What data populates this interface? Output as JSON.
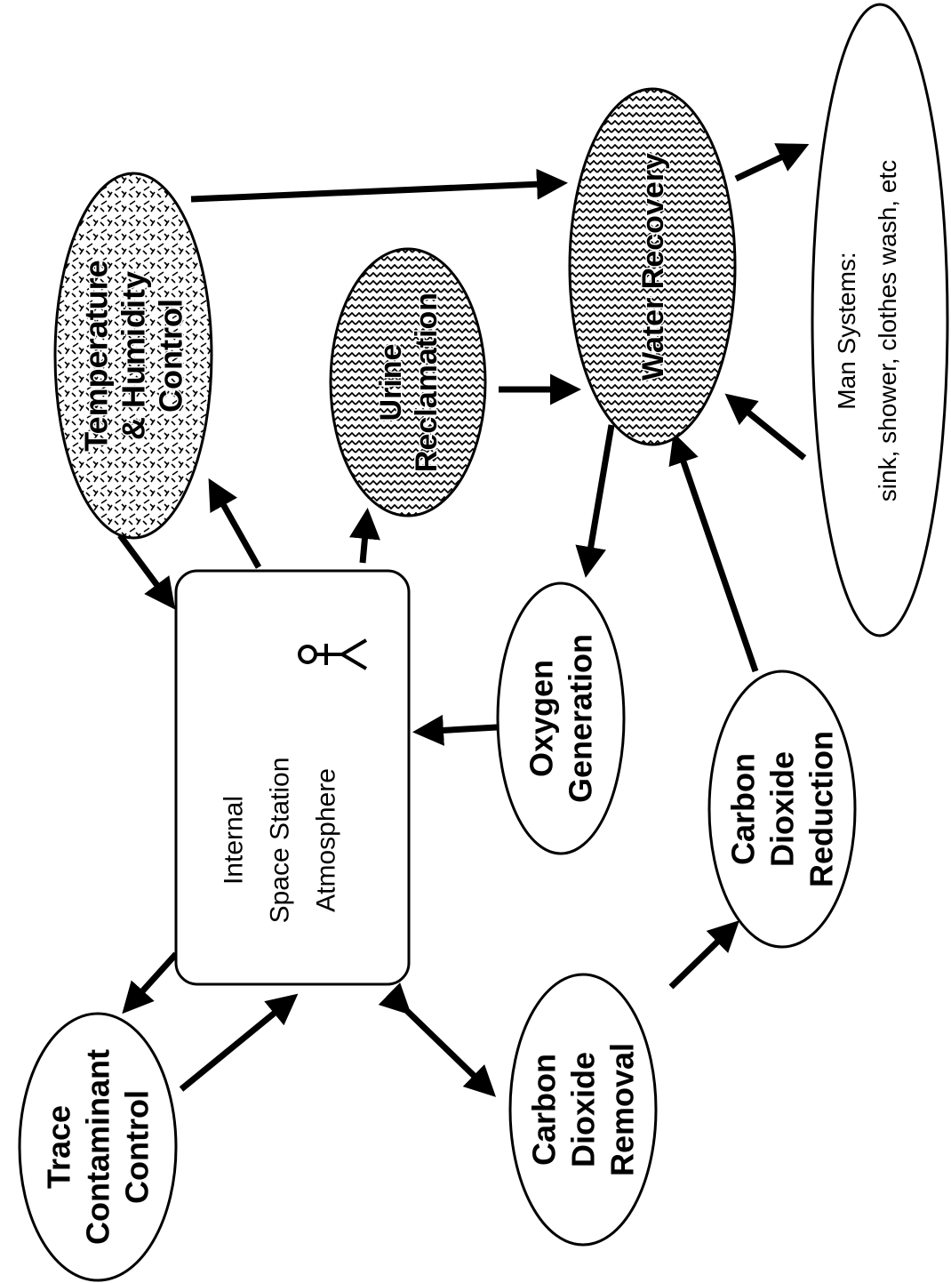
{
  "nodes": {
    "atmosphere": {
      "label": "Internal\nSpace Station\nAtmosphere",
      "icon": "crew-member-icon"
    },
    "temperature_humidity": {
      "label": "Temperature\n& Humidity\nControl",
      "pattern": "crosshatch"
    },
    "urine_reclamation": {
      "label": "Urine\nReclamation",
      "pattern": "zigzag"
    },
    "water_recovery": {
      "label": "Water Recovery",
      "pattern": "zigzag"
    },
    "man_systems": {
      "label": "Man Systems:\nsink, shower, clothes wash, etc"
    },
    "oxygen_generation": {
      "label": "Oxygen\nGeneration"
    },
    "co2_reduction": {
      "label": "Carbon\nDioxide\nReduction"
    },
    "co2_removal": {
      "label": "Carbon\nDioxide\nRemoval"
    },
    "trace_contaminant": {
      "label": "Trace\nContaminant\nControl"
    }
  },
  "edges": [
    {
      "from": "temperature_humidity",
      "to": "atmosphere"
    },
    {
      "from": "atmosphere",
      "to": "temperature_humidity"
    },
    {
      "from": "atmosphere",
      "to": "urine_reclamation"
    },
    {
      "from": "temperature_humidity",
      "to": "water_recovery"
    },
    {
      "from": "urine_reclamation",
      "to": "water_recovery"
    },
    {
      "from": "water_recovery",
      "to": "man_systems"
    },
    {
      "from": "man_systems",
      "to": "water_recovery"
    },
    {
      "from": "water_recovery",
      "to": "oxygen_generation"
    },
    {
      "from": "oxygen_generation",
      "to": "atmosphere"
    },
    {
      "from": "co2_reduction",
      "to": "water_recovery"
    },
    {
      "from": "atmosphere",
      "to": "trace_contaminant"
    },
    {
      "from": "trace_contaminant",
      "to": "atmosphere"
    },
    {
      "from": "atmosphere",
      "to": "co2_removal"
    },
    {
      "from": "co2_removal",
      "to": "atmosphere"
    },
    {
      "from": "co2_removal",
      "to": "co2_reduction"
    }
  ],
  "colors": {
    "stroke": "#000000",
    "background": "#ffffff"
  }
}
